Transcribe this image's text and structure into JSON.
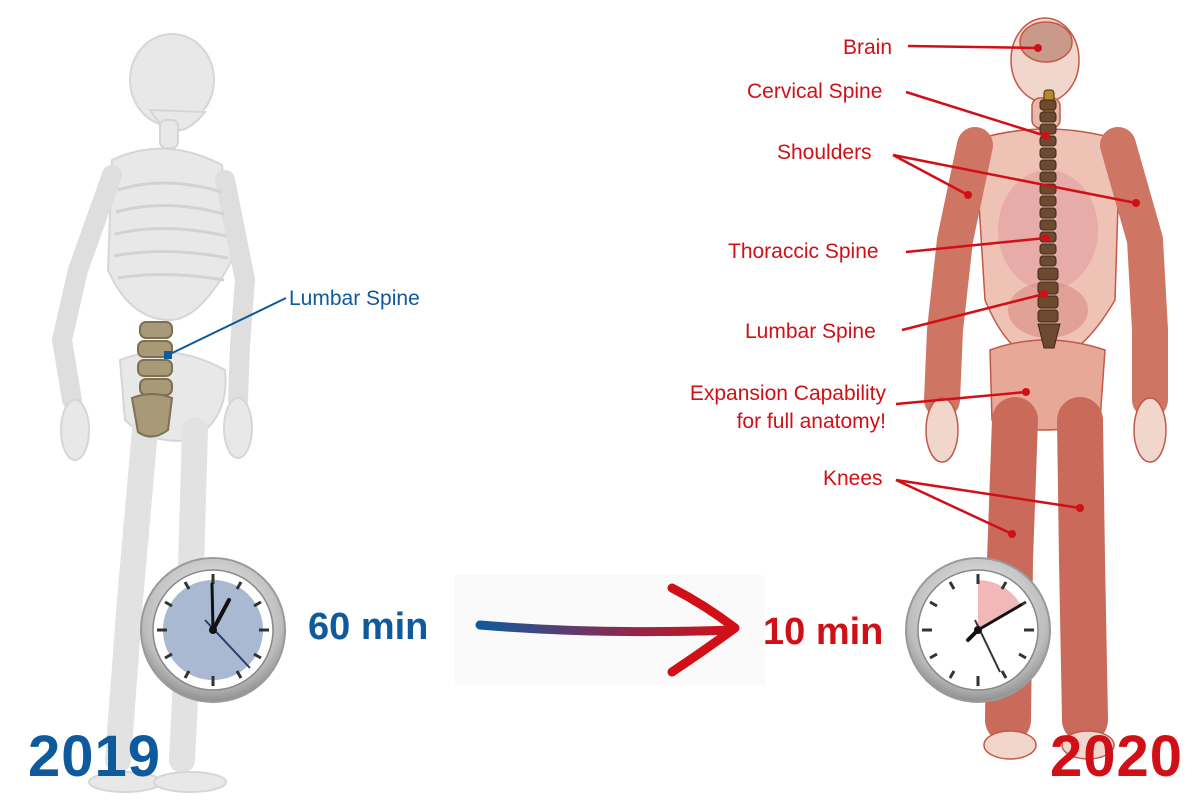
{
  "before": {
    "year": "2019",
    "duration": "60 min",
    "label": "Lumbar Spine"
  },
  "after": {
    "year": "2020",
    "duration": "10 min",
    "labels": {
      "brain": "Brain",
      "cervical": "Cervical Spine",
      "shoulders": "Shoulders",
      "thoracic": "Thoraccic Spine",
      "lumbar": "Lumbar Spine",
      "expansion_line1": "Expansion Capability",
      "expansion_line2": "for full anatomy!",
      "knees": "Knees"
    }
  },
  "colors": {
    "blue": "#0e5a9c",
    "red": "#d01016",
    "bone": "#e6e6e6",
    "vertebra": "#a89a76",
    "muscle": "#c96a5a"
  }
}
